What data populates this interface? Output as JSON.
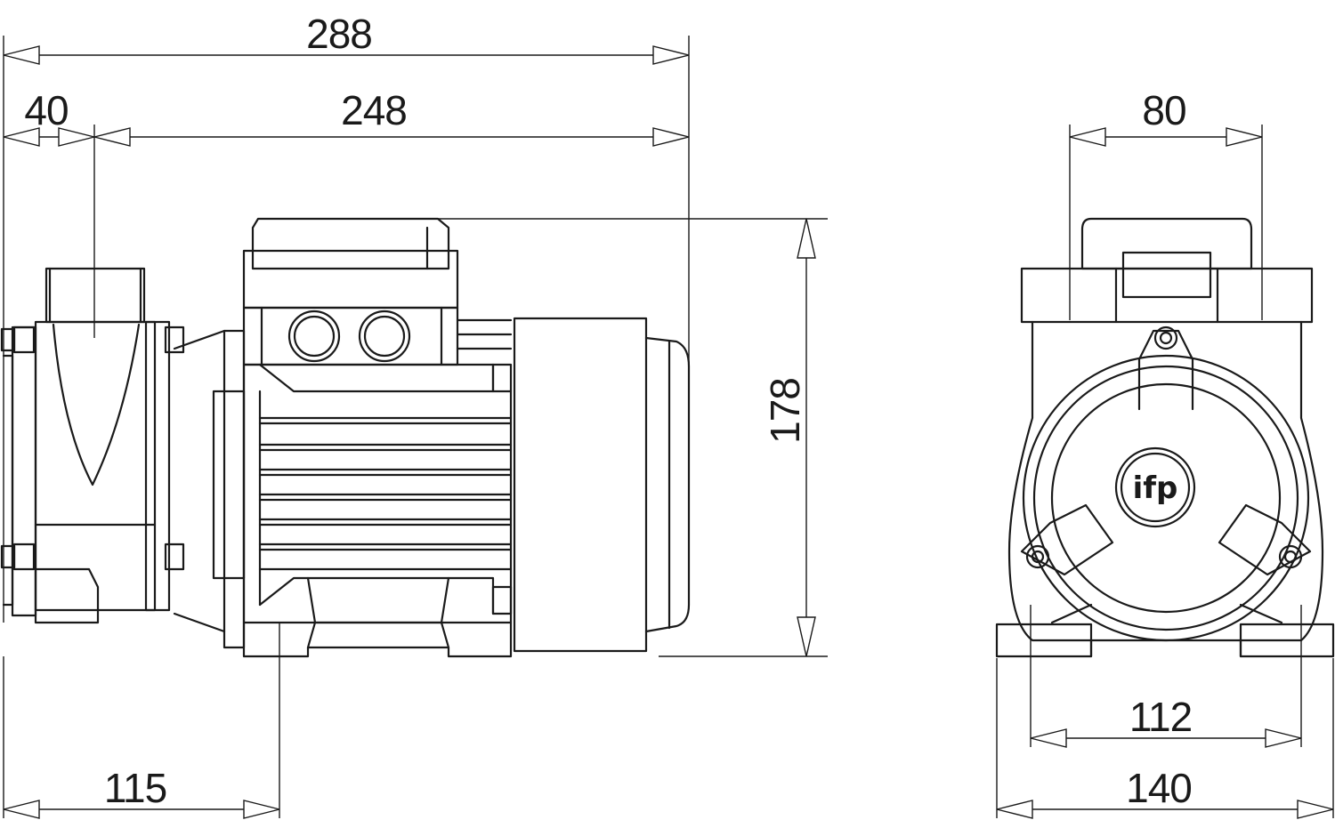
{
  "dimensions": {
    "overall_length": "288",
    "inlet_offset": "40",
    "motor_length": "248",
    "height": "178",
    "foot_position": "115",
    "outlet_width": "80",
    "foot_spacing": "112",
    "base_width": "140"
  },
  "logo": {
    "text": "ifp"
  }
}
